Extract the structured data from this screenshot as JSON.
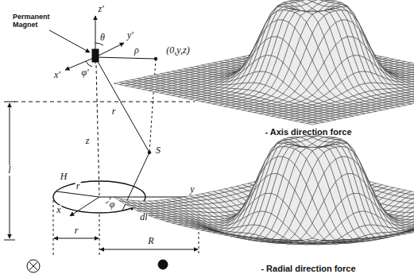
{
  "diagram": {
    "labels": [
      "z'",
      "Permanent Magnet",
      "θ",
      "ρ",
      "y'",
      "x'",
      "φ'",
      "(0,y,z)",
      "r",
      "S",
      "z",
      "H",
      "r",
      "φ",
      "dl",
      "y",
      "x",
      "l",
      "r",
      "R",
      "- Axis direction force",
      "- Radial direction force"
    ]
  }
}
